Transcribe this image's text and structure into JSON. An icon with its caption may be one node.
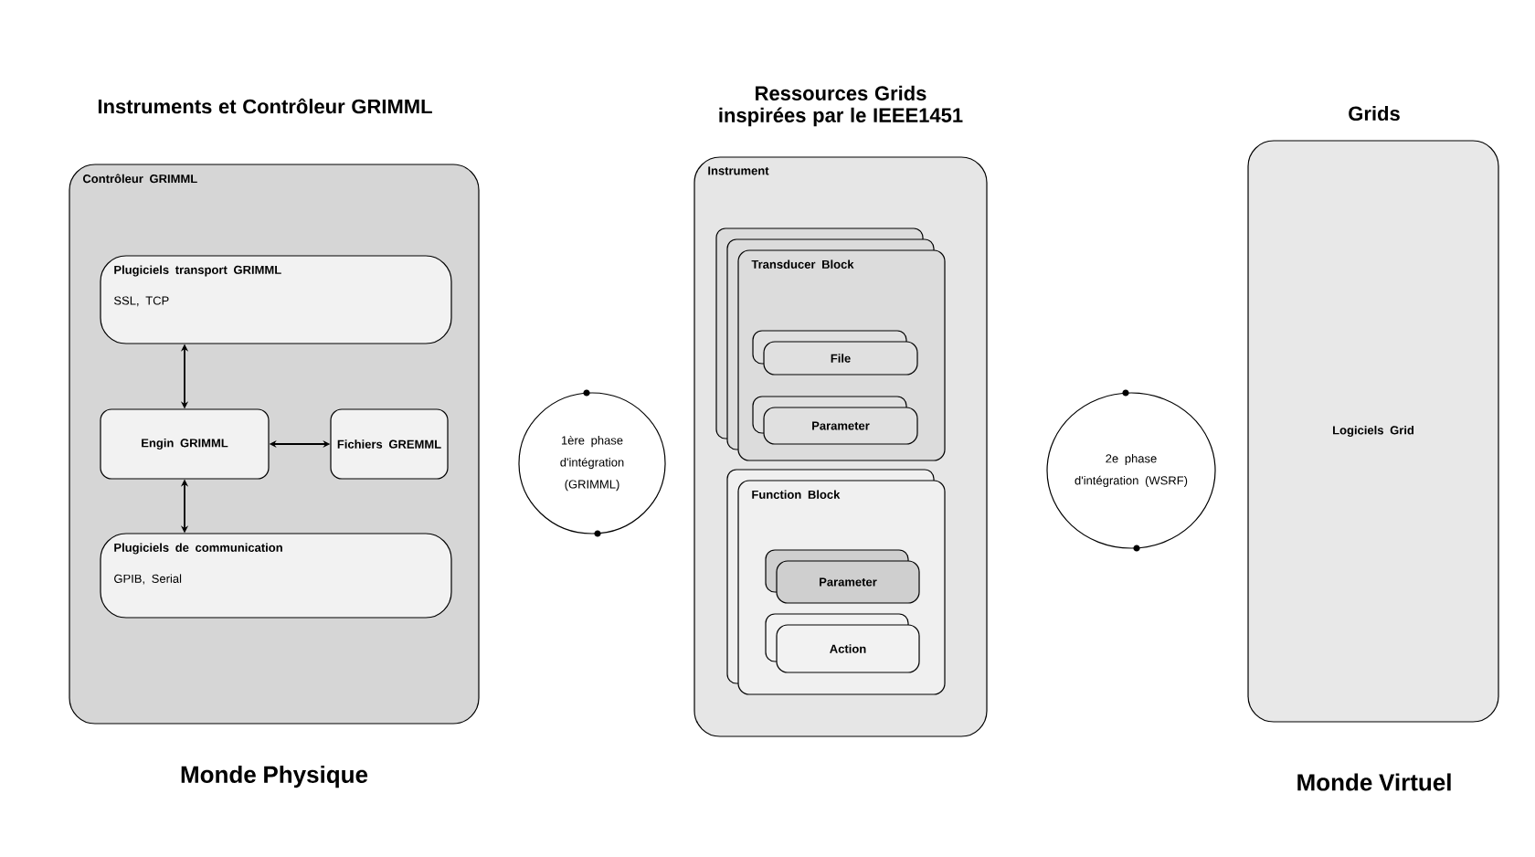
{
  "diagram": {
    "nodes": [
      {
        "text": [
          "Contrôleur GRIMML"
        ]
      },
      {
        "text": [
          "Plugiciels transport GRIMML",
          "SSL, TCP"
        ],
        "in": 0
      },
      {
        "text": [
          "Engin GRIMML"
        ],
        "in": 0
      },
      {
        "text": [
          "Fichiers GREMML"
        ],
        "in": 0
      },
      {
        "text": [
          "Plugiciels de communication",
          "GPIB, Serial"
        ],
        "in": 0
      },
      {
        "text": [
          "1ère phase d'intégration (GRIMML)"
        ]
      },
      {
        "text": [
          "Instrument"
        ]
      },
      {
        "text": [
          "Transducer Block"
        ],
        "in": 6
      },
      {
        "text": [
          "File"
        ],
        "in": 7
      },
      {
        "text": [
          "Parameter"
        ],
        "in": 7
      },
      {
        "text": [
          "Function Block"
        ],
        "in": 6
      },
      {
        "text": [
          "Parameter"
        ],
        "in": 10
      },
      {
        "text": [
          "Action"
        ],
        "in": 10
      },
      {
        "text": [
          "2e phase d'intégration (WSRF)"
        ]
      },
      {
        "text": [
          "Logiciels Grid"
        ]
      }
    ],
    "edges": [
      {
        "from": 1,
        "to": 2,
        "arrow": "both"
      },
      {
        "from": 2,
        "to": 3,
        "arrow": "both"
      },
      {
        "from": 2,
        "to": 4,
        "arrow": "both"
      }
    ],
    "labels": [
      "Instruments et Contrôleur GRIMML",
      "Ressources Grids inspirées par le IEEE1451",
      "Grids",
      "Monde Physique",
      "Monde Virtuel"
    ]
  }
}
